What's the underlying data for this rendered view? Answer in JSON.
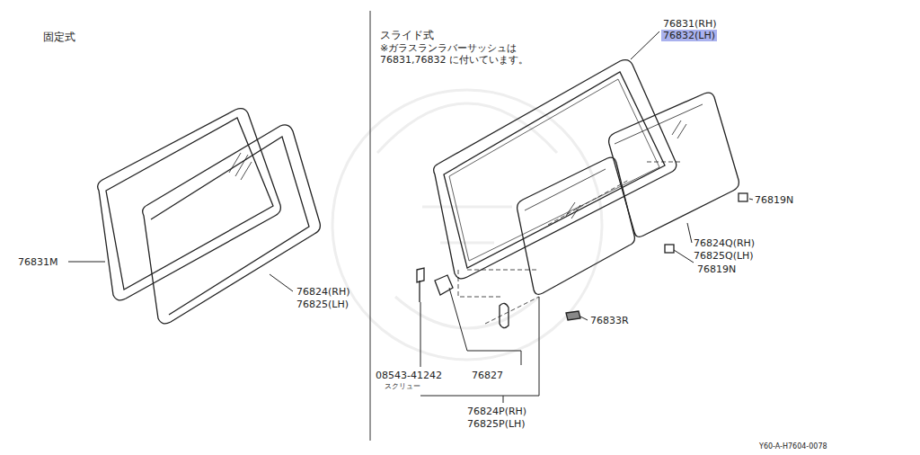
{
  "diagram": {
    "labels": [
      "固定式",
      "スライド式",
      "※ガラスランラバーサッシュは 76831,76832 に付いています。",
      "76831(RH)",
      "76832(LH)",
      "76831M",
      "76824(RH)",
      "76825(LH)",
      "76819N",
      "76824Q(RH)",
      "76825Q(LH)",
      "76819N",
      "76833R",
      "08543-41242",
      "スクリュー",
      "76827",
      "76824P(RH)",
      "76825P(LH)",
      "Y60-A-H7604-0078"
    ]
  }
}
